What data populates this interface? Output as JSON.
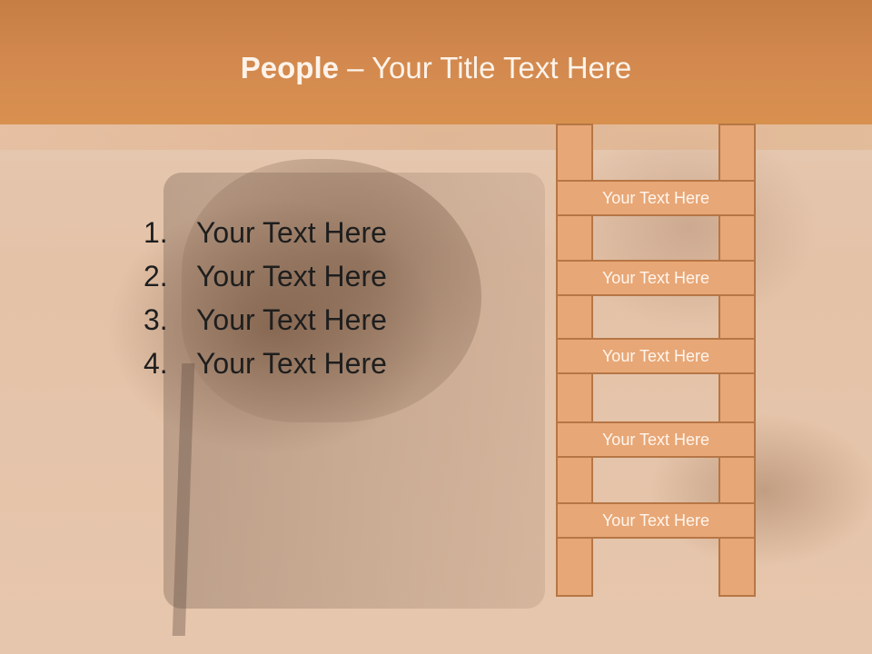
{
  "title": {
    "bold": "People",
    "separator": " – ",
    "rest": "Your Title Text Here"
  },
  "list_items": [
    {
      "number": "1.",
      "text": "Your Text Here"
    },
    {
      "number": "2.",
      "text": "Your Text Here"
    },
    {
      "number": "3.",
      "text": "Your Text Here"
    },
    {
      "number": "4.",
      "text": "Your Text Here"
    }
  ],
  "ladder_rungs": [
    "Your Text Here",
    "Your Text Here",
    "Your Text Here",
    "Your Text Here",
    "Your Text Here"
  ],
  "colors": {
    "header": "#d48a4f",
    "ladder_fill": "#e8a776",
    "ladder_border": "#b67645",
    "title_text": "#fdf3ea"
  }
}
